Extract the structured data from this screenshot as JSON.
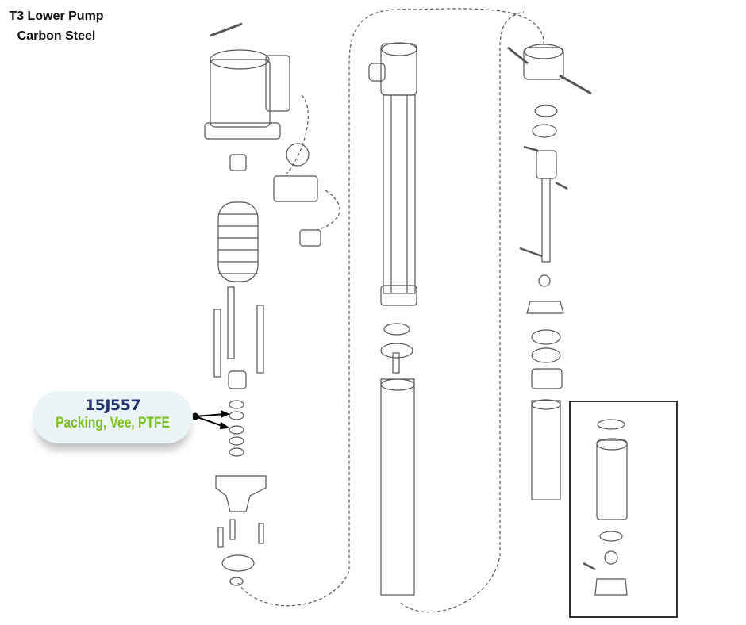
{
  "title": {
    "line1": "T3 Lower Pump",
    "line2": "Carbon Steel"
  },
  "callout": {
    "part_number": "15J557",
    "description": "Packing, Vee, PTFE"
  },
  "colors": {
    "part_number": "#24346e",
    "description": "#7cc01e",
    "callout_bg": "#eaf4f6"
  }
}
